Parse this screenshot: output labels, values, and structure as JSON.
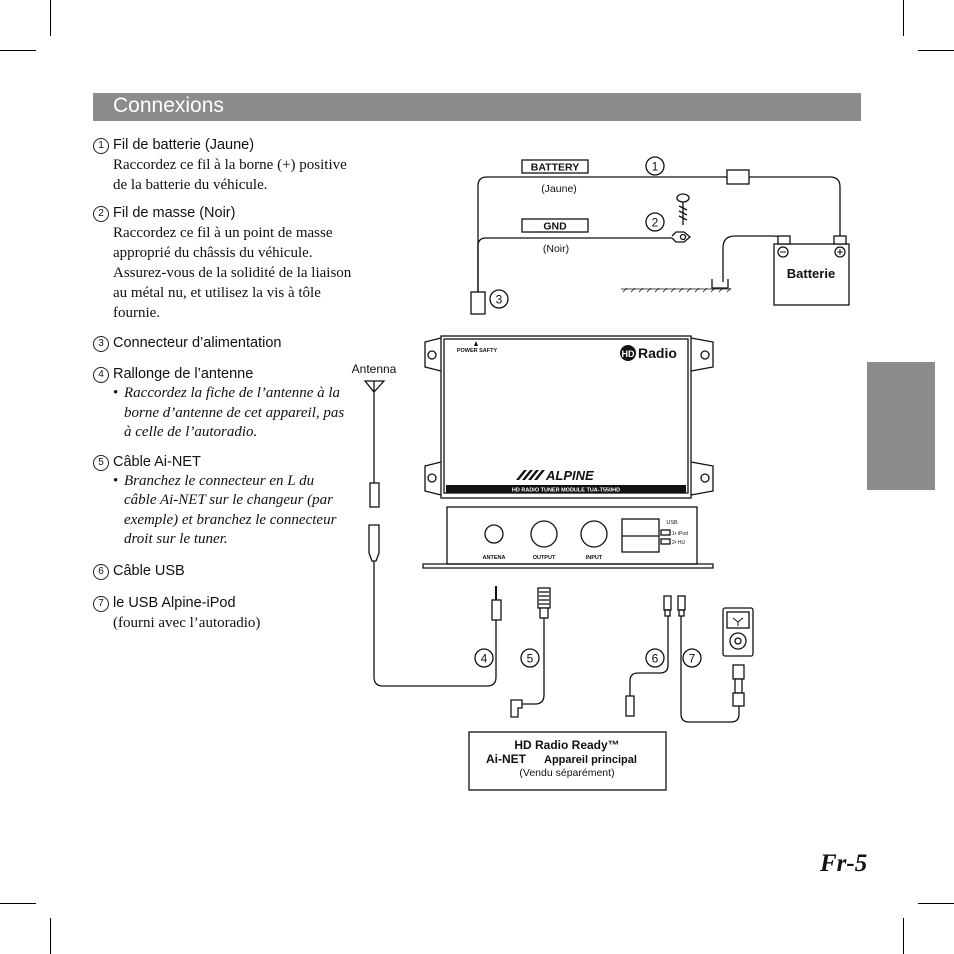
{
  "title": "Connexions",
  "items": [
    {
      "num": "1",
      "head": "Fil de batterie (Jaune)",
      "body": "Raccordez ce fil à la borne (+) positive de la batterie du véhicule."
    },
    {
      "num": "2",
      "head": "Fil de masse (Noir)",
      "body": "Raccordez ce fil à un point de masse approprié du châssis du véhicule. Assurez-vous de la solidité de la liaison au métal nu, et utilisez la vis à tôle fournie."
    },
    {
      "num": "3",
      "head": "Connecteur d’alimentation"
    },
    {
      "num": "4",
      "head": "Rallonge de l’antenne",
      "bullet": "Raccordez la fiche de l’antenne à la borne d’antenne de cet appareil, pas à celle de l’autoradio."
    },
    {
      "num": "5",
      "head": "Câble Ai-NET",
      "bullet": "Branchez le connecteur en L du câble Ai-NET sur le changeur (par exemple) et branchez le connecteur droit sur le tuner."
    },
    {
      "num": "6",
      "head": "Câble USB"
    },
    {
      "num": "7",
      "head": "le USB Alpine-iPod",
      "body": "(fourni avec l’autoradio)"
    }
  ],
  "diagram": {
    "battery_label": "BATTERY",
    "battery_color": "(Jaune)",
    "gnd_label": "GND",
    "gnd_color": "(Noir)",
    "battery_box": "Batterie",
    "antenna": "Antenna",
    "power_safety": "POWER SAFTY",
    "hd_radio": "Radio",
    "hd_mark": "HD",
    "brand": "ALPINE",
    "module_label": "HD RADIO TUNER MODULE TUA-T550HD",
    "port_antenna": "ANTENA",
    "port_output": "OUTPUT",
    "port_input": "INPUT",
    "usb_label": "USB",
    "usb_ipod": "1• iPod",
    "usb_hu": "2• HU",
    "head_unit_line1": "HD Radio Ready™",
    "head_unit_line2a": "Ai-NET",
    "head_unit_line2b": "Appareil principal",
    "head_unit_line3": "(Vendu séparément)",
    "callouts": [
      "1",
      "2",
      "3",
      "4",
      "5",
      "6",
      "7"
    ]
  },
  "page_prefix": "Fr",
  "page_num": "-5"
}
